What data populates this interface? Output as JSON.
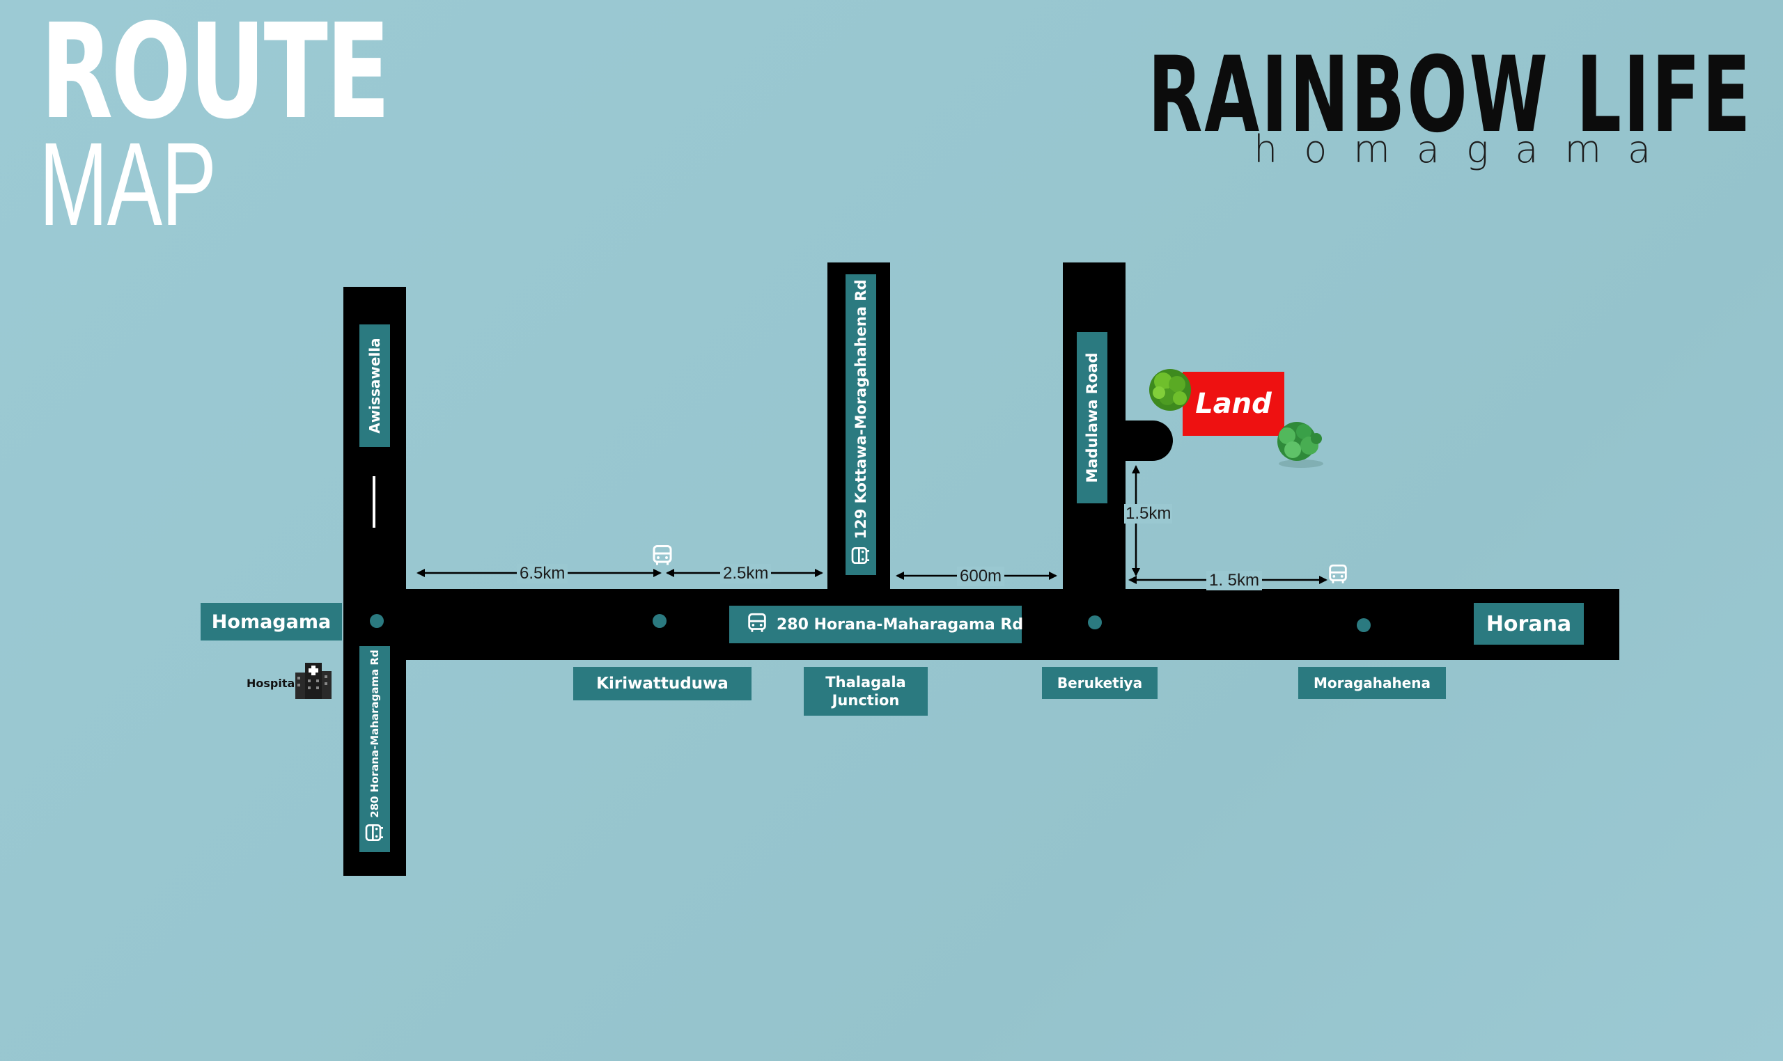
{
  "header": {
    "route": "ROUTE",
    "map": "MAP",
    "brand_title": "RAINBOW  LIFE",
    "brand_sub": "homagama"
  },
  "roads": {
    "main_label": "280 Horana-Maharagama Rd",
    "left_top_label": "Awissawella",
    "left_bottom_label": "280 Horana-Maharagama Rd",
    "kottawa_label": "129 Kottawa-Moragahahena Rd",
    "madulawa_label": "Madulawa Road"
  },
  "places": {
    "homagama": "Homagama",
    "horana": "Horana",
    "kiriwattuduwa": "Kiriwattuduwa",
    "thalagala_1": "Thalagala",
    "thalagala_2": "Junction",
    "beruketiya": "Beruketiya",
    "moragahahena": "Moragahahena",
    "hospital": "Hospital",
    "land": "Land"
  },
  "distances": {
    "d1": "6.5km",
    "d2": "2.5km",
    "d3": "600m",
    "d4": "1. 5km",
    "d5": "1.5km"
  },
  "icons": [
    "bus-icon",
    "hospital-icon",
    "tree-icon"
  ],
  "colors": {
    "road": "#000000",
    "label_bg": "#2b7a80",
    "land": "#ee1111",
    "background": "#9ac7d1"
  }
}
